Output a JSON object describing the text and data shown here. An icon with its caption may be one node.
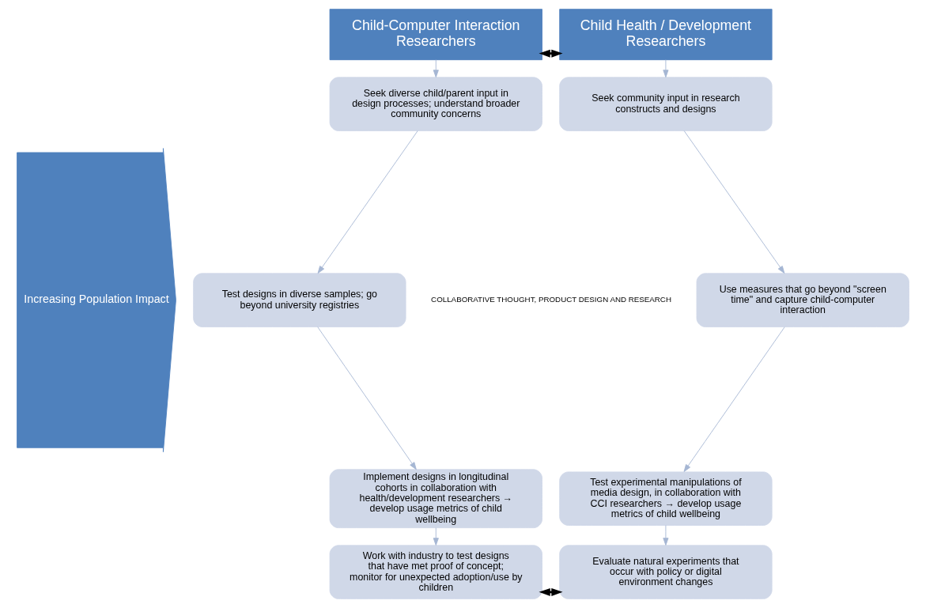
{
  "diagram": {
    "nodes": [
      {
        "text": [
          "Child-Computer Interaction Researchers"
        ]
      },
      {
        "text": [
          "Seek diverse child/parent input in design processes; understand broader community concerns"
        ]
      },
      {
        "text": [
          "Test designs in diverse samples; go beyond university registries"
        ]
      },
      {
        "text": [
          "Implement designs in longitudinal cohorts in collaboration with health/development researchers → develop usage metrics of child wellbeing"
        ]
      },
      {
        "text": [
          "Work with industry to test designs that have met proof of concept; monitor for unexpected adoption/use by children"
        ]
      },
      {
        "text": [
          "Child Health / Development Researchers"
        ]
      },
      {
        "text": [
          "Seek community input in research constructs and designs"
        ]
      },
      {
        "text": [
          "Use measures that go beyond \"screen time\" and capture child-computer interaction"
        ]
      },
      {
        "text": [
          "Test experimental manipulations of media design, in collaboration with CCI researchers → develop usage metrics of child wellbeing"
        ]
      },
      {
        "text": [
          "Evaluate natural experiments that occur with policy or digital environment changes"
        ]
      },
      {
        "text": [
          "Increasing Population Impact"
        ]
      }
    ],
    "edges": [
      {
        "from": 0,
        "to": 1,
        "arrow": "to"
      },
      {
        "from": 1,
        "to": 2,
        "arrow": "to"
      },
      {
        "from": 2,
        "to": 3,
        "arrow": "to"
      },
      {
        "from": 3,
        "to": 4,
        "arrow": "to"
      },
      {
        "from": 5,
        "to": 6,
        "arrow": "to"
      },
      {
        "from": 6,
        "to": 7,
        "arrow": "to"
      },
      {
        "from": 7,
        "to": 8,
        "arrow": "to"
      },
      {
        "from": 8,
        "to": 9,
        "arrow": "to"
      },
      {
        "from": 0,
        "to": 5,
        "arrow": "both",
        "style": "thick",
        "color": "#000000"
      },
      {
        "from": 4,
        "to": 9,
        "arrow": "both",
        "style": "thick",
        "color": "#000000"
      }
    ],
    "labels": [
      "COLLABORATIVE THOUGHT, PRODUCT DESIGN AND RESEARCH"
    ]
  }
}
